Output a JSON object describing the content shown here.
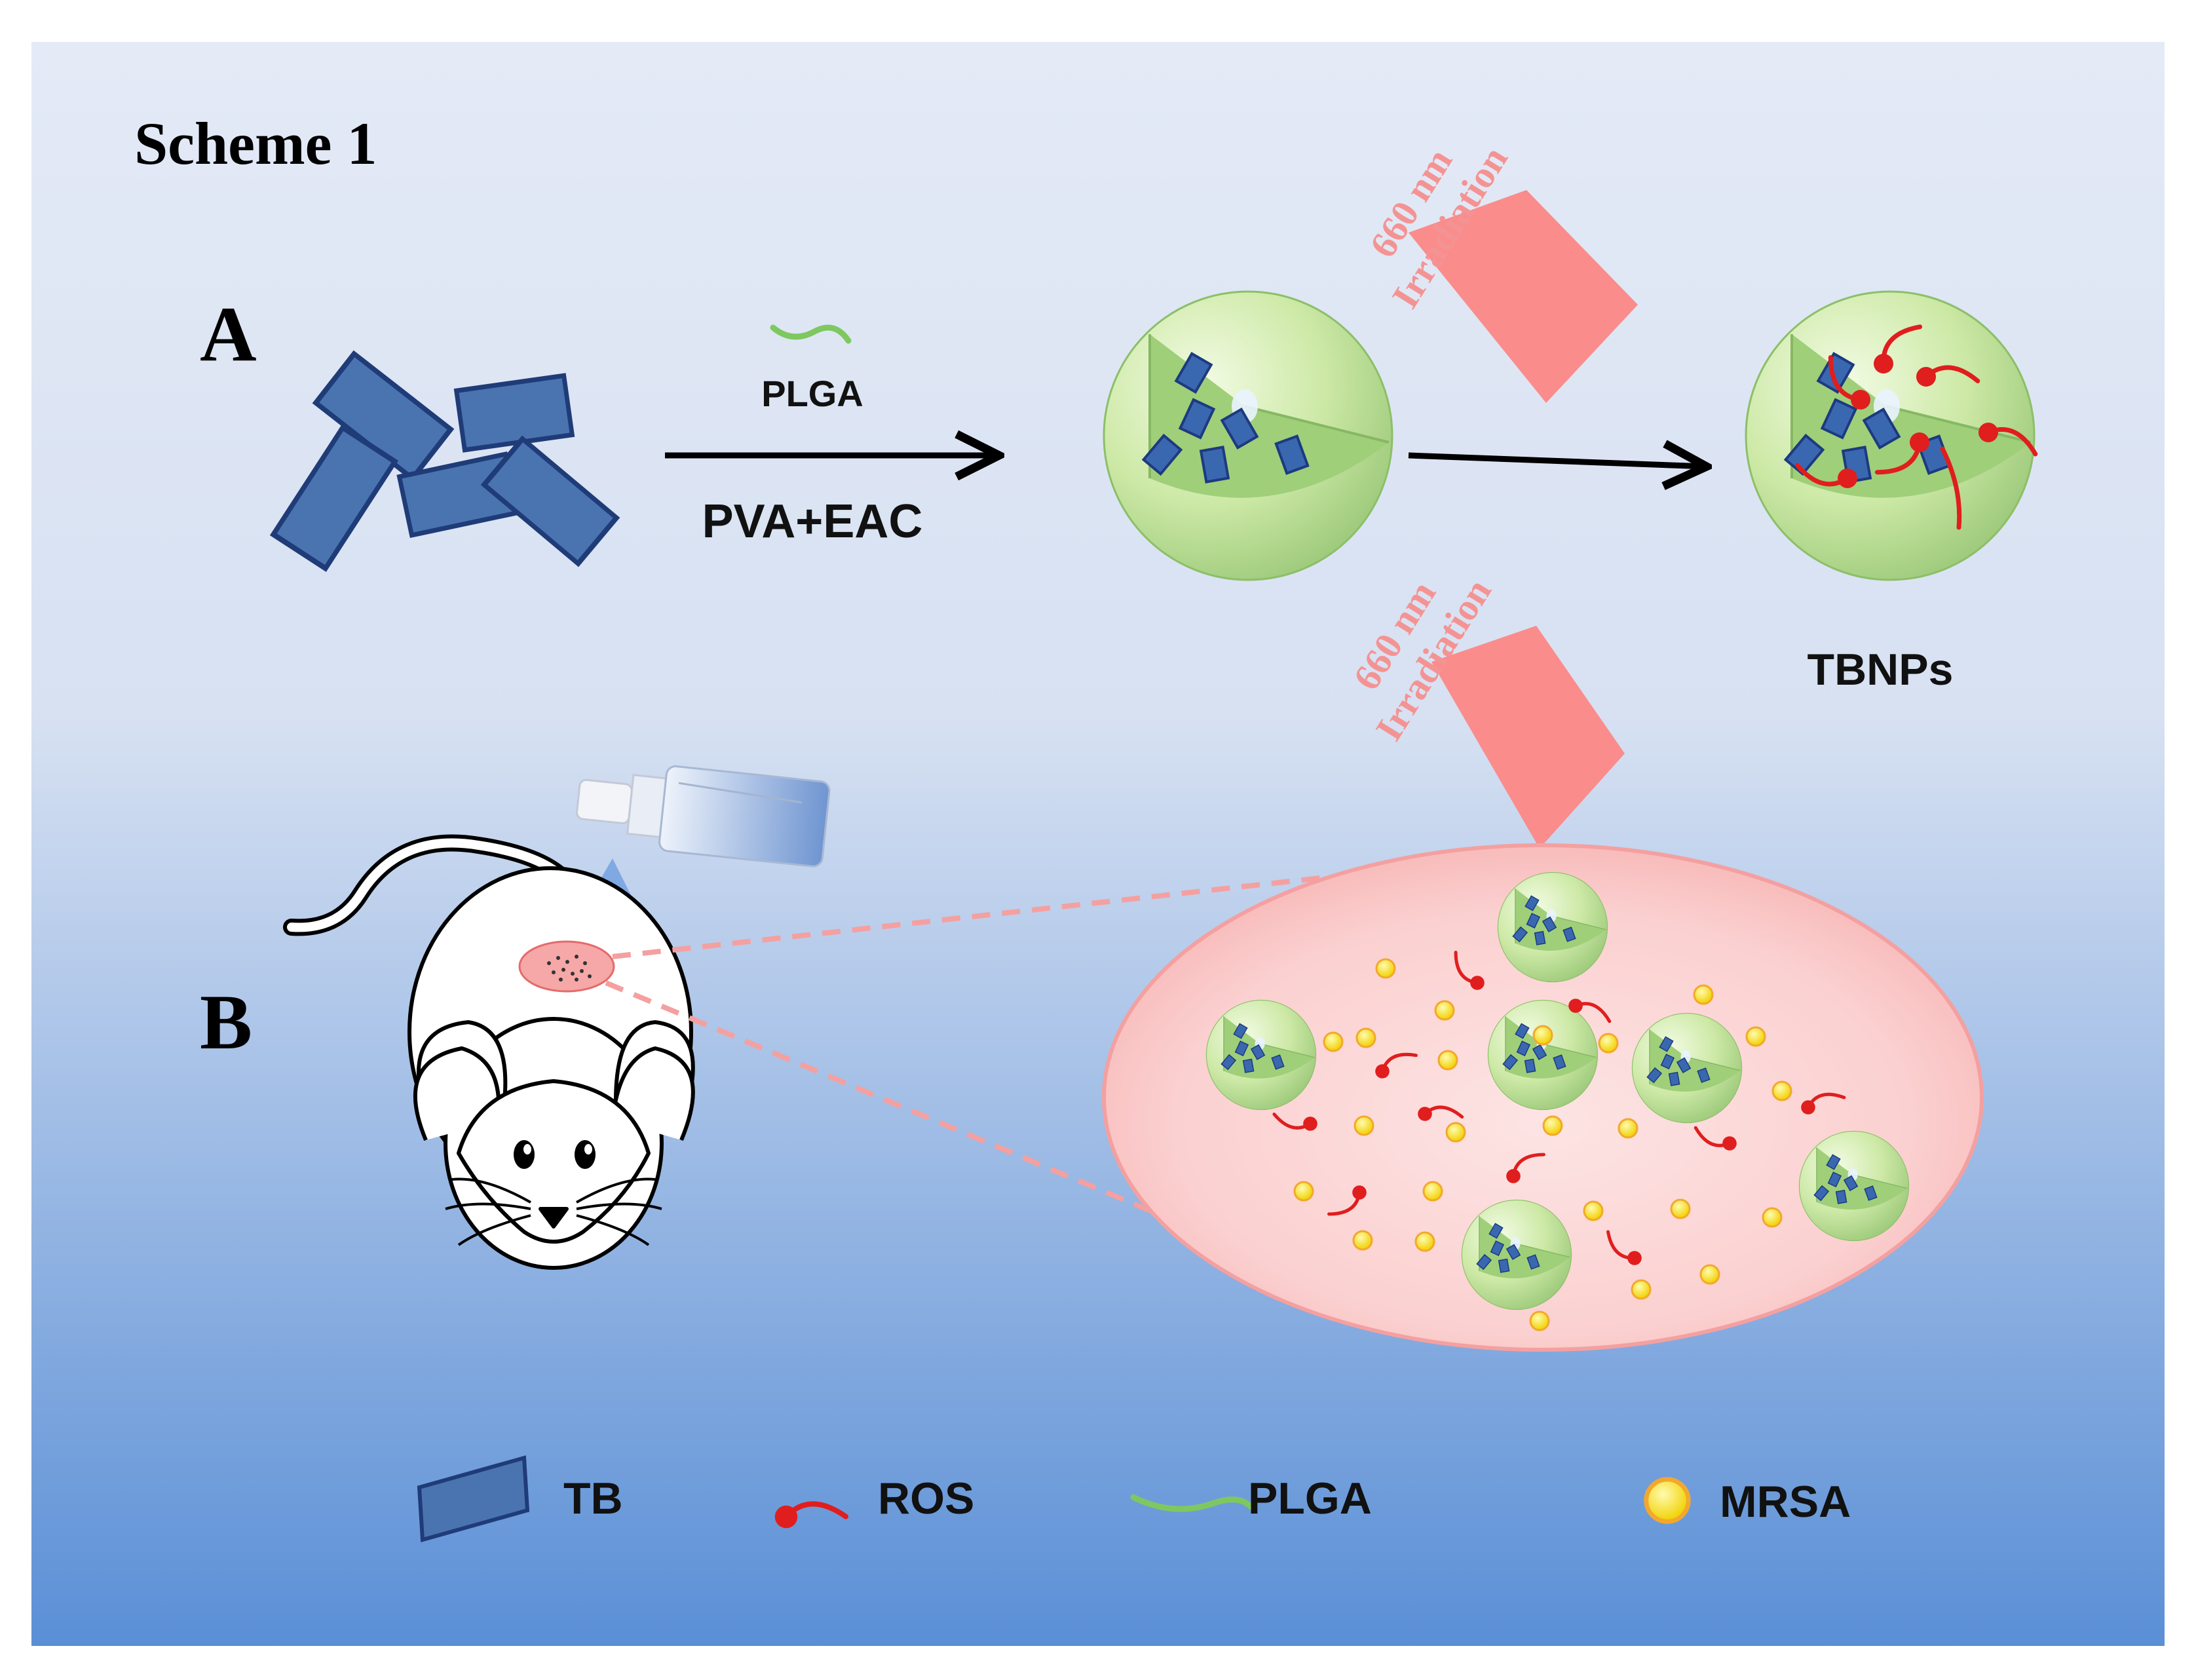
{
  "title": "Scheme 1",
  "panels": {
    "a": "A",
    "b": "B"
  },
  "step1": {
    "material": "PLGA",
    "reagents": "PVA+EAC"
  },
  "irradiation": {
    "line1": "660 nm",
    "line2": "Irradiation"
  },
  "product": "TBNPs",
  "legend": [
    {
      "id": "tb",
      "label": "TB"
    },
    {
      "id": "ros",
      "label": "ROS"
    },
    {
      "id": "plga",
      "label": "PLGA"
    },
    {
      "id": "mrsa",
      "label": "MRSA"
    }
  ],
  "colors": {
    "background_top": "#e3e9f6",
    "background_bottom": "#5a8fd6",
    "tb_fill": "#4a74b0",
    "tb_stroke": "#1f3c78",
    "shell": "#cde9a6",
    "shell_inner": "#9fcf79",
    "ros": "#e01e1e",
    "plga": "#7ec860",
    "mrsa": "#f7e21a",
    "beam": "#fa8c8c",
    "irradiation_text": "#f49393",
    "zoom_region": "#fcd2d2"
  },
  "icons": [
    "spray-bottle-icon",
    "mouse-icon"
  ]
}
